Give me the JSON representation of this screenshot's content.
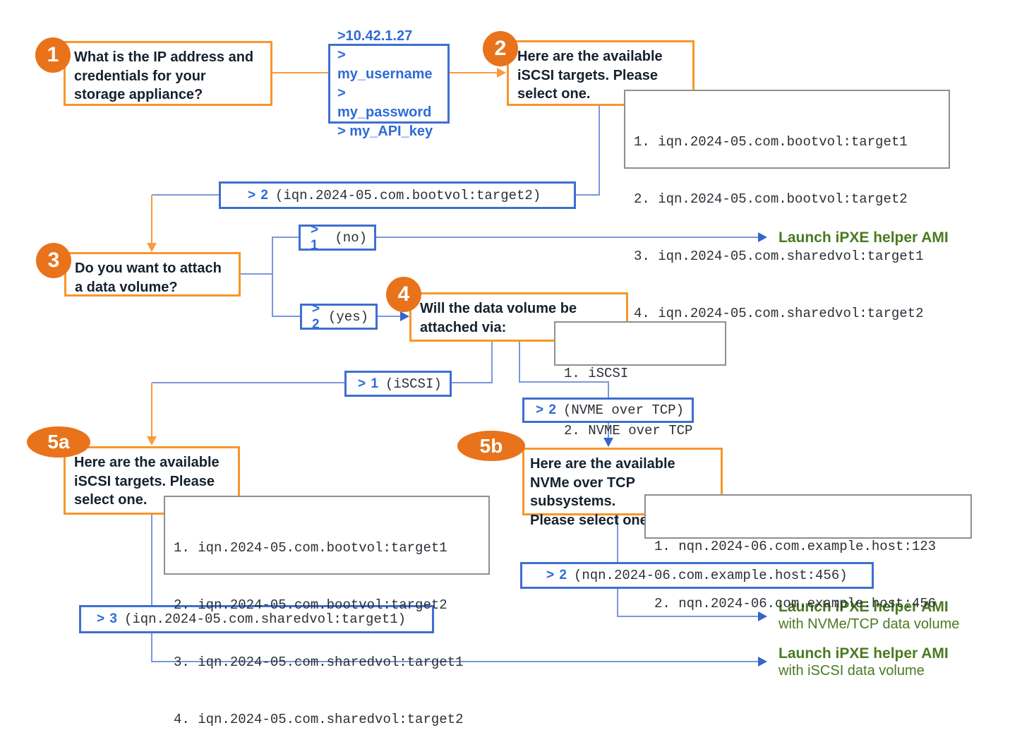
{
  "colors": {
    "badge_orange": "#E8731B",
    "box_border_orange": "#F8962B",
    "blue_border": "#3E6FD0",
    "blue_text": "#2F6BD8",
    "gray_border": "#8F8F8F",
    "green_outcome": "#4A7A21",
    "dark_text": "#16212E"
  },
  "badges": {
    "s1": "1",
    "s2": "2",
    "s3": "3",
    "s4": "4",
    "s5a": "5a",
    "s5b": "5b"
  },
  "questions": {
    "q1": "What is the IP address and\ncredentials for your\nstorage appliance?",
    "q2": "Here are the available\niSCSI targets. Please\nselect one.",
    "q3": "Do you want to attach\na data volume?",
    "q4": "Will the data volume be\nattached via:",
    "q5a": "Here are the available\niSCSI targets. Please\nselect one.",
    "q5b": "Here are the available\nNVMe over TCP subsystems.\nPlease select one."
  },
  "credentials": {
    "lines": [
      ">10.42.1.27",
      "> my_username",
      "> my_password",
      "> my_API_key"
    ]
  },
  "lists": {
    "iscsi_targets": [
      "1. iqn.2024-05.com.bootvol:target1",
      "2. iqn.2024-05.com.bootvol:target2",
      "3. iqn.2024-05.com.sharedvol:target1",
      "4. iqn.2024-05.com.sharedvol:target2"
    ],
    "attach_options": [
      "1. iSCSI",
      "2. NVME over TCP"
    ],
    "nvme_subsystems": [
      "1. nqn.2024-06.com.example.host:123",
      "2. nqn.2024-06.com.example.host:456"
    ]
  },
  "selections": {
    "boot_target": {
      "prefix": "> 2",
      "detail": "(iqn.2024-05.com.bootvol:target2)"
    },
    "no": {
      "prefix": "> 1",
      "detail": "(no)"
    },
    "yes": {
      "prefix": "> 2",
      "detail": "(yes)"
    },
    "iscsi": {
      "prefix": "> 1",
      "detail": "(iSCSI)"
    },
    "nvme": {
      "prefix": "> 2",
      "detail": "(NVME over TCP)"
    },
    "nqn_456": {
      "prefix": "> 2",
      "detail": "(nqn.2024-06.com.example.host:456)"
    },
    "shared_target": {
      "prefix": "> 3",
      "detail": "(iqn.2024-05.com.sharedvol:target1)"
    }
  },
  "outcomes": {
    "launch_plain": {
      "title": "Launch iPXE helper AMI"
    },
    "launch_nvme": {
      "title": "Launch iPXE helper AMI",
      "subtitle": "with NVMe/TCP data volume"
    },
    "launch_iscsi": {
      "title": "Launch iPXE helper AMI",
      "subtitle": "with iSCSI data volume"
    }
  }
}
